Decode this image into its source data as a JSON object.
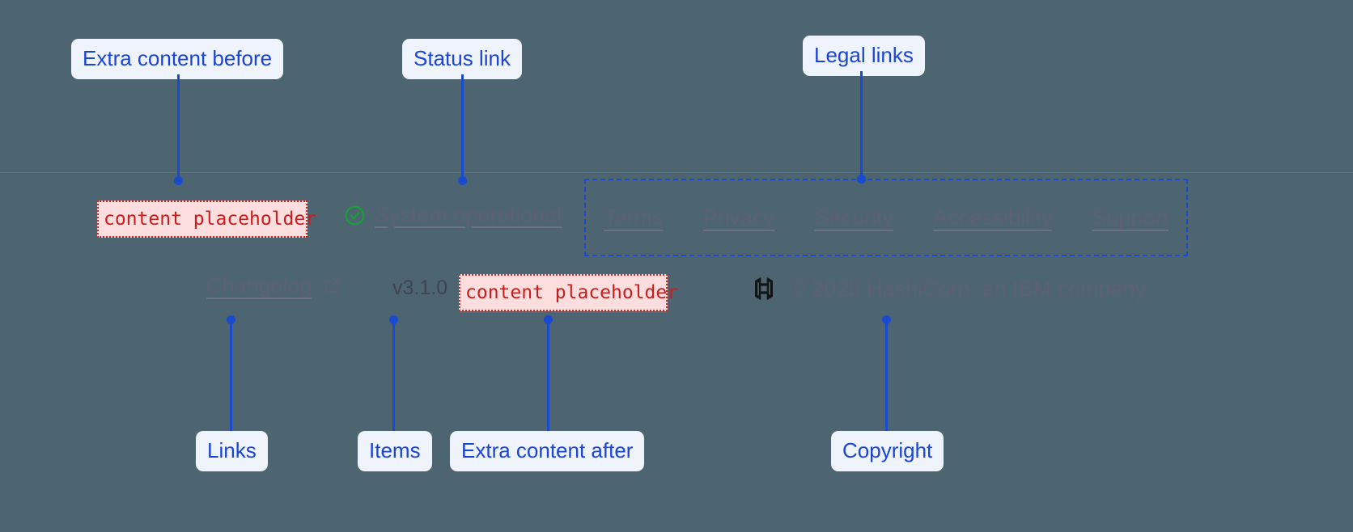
{
  "canvas": {
    "background": "#4c6570",
    "divider_color": "#7a7aa0"
  },
  "annotations": {
    "accent": "#1a4ad0",
    "chip_bg": "#eef3fc",
    "top": [
      {
        "label": "Extra content before"
      },
      {
        "label": "Status link"
      },
      {
        "label": "Legal links"
      }
    ],
    "bottom": [
      {
        "label": "Links"
      },
      {
        "label": "Items"
      },
      {
        "label": "Extra content after"
      },
      {
        "label": "Copyright"
      }
    ]
  },
  "footer": {
    "extra_before": {
      "text": "content placeholder",
      "text_color": "#cc1b1b",
      "bg_color": "#fcdede",
      "border_color": "#d81f1f"
    },
    "extra_after": {
      "text": "content placeholder",
      "text_color": "#cc1b1b",
      "bg_color": "#fcdede",
      "border_color": "#d81f1f"
    },
    "status": {
      "icon": "check-circle-icon",
      "icon_color": "#1a9e3a",
      "label": "System operational"
    },
    "legal_links": [
      {
        "label": "Terms"
      },
      {
        "label": "Privacy"
      },
      {
        "label": "Security"
      },
      {
        "label": "Accessibility"
      },
      {
        "label": "Support"
      }
    ],
    "changelog": {
      "label": "Changelog",
      "icon": "external-link-icon"
    },
    "version": "v3.1.0",
    "brand": {
      "logo": "hashicorp-logo",
      "copyright": "© 2025 HashiCorp, an IBM company"
    }
  }
}
